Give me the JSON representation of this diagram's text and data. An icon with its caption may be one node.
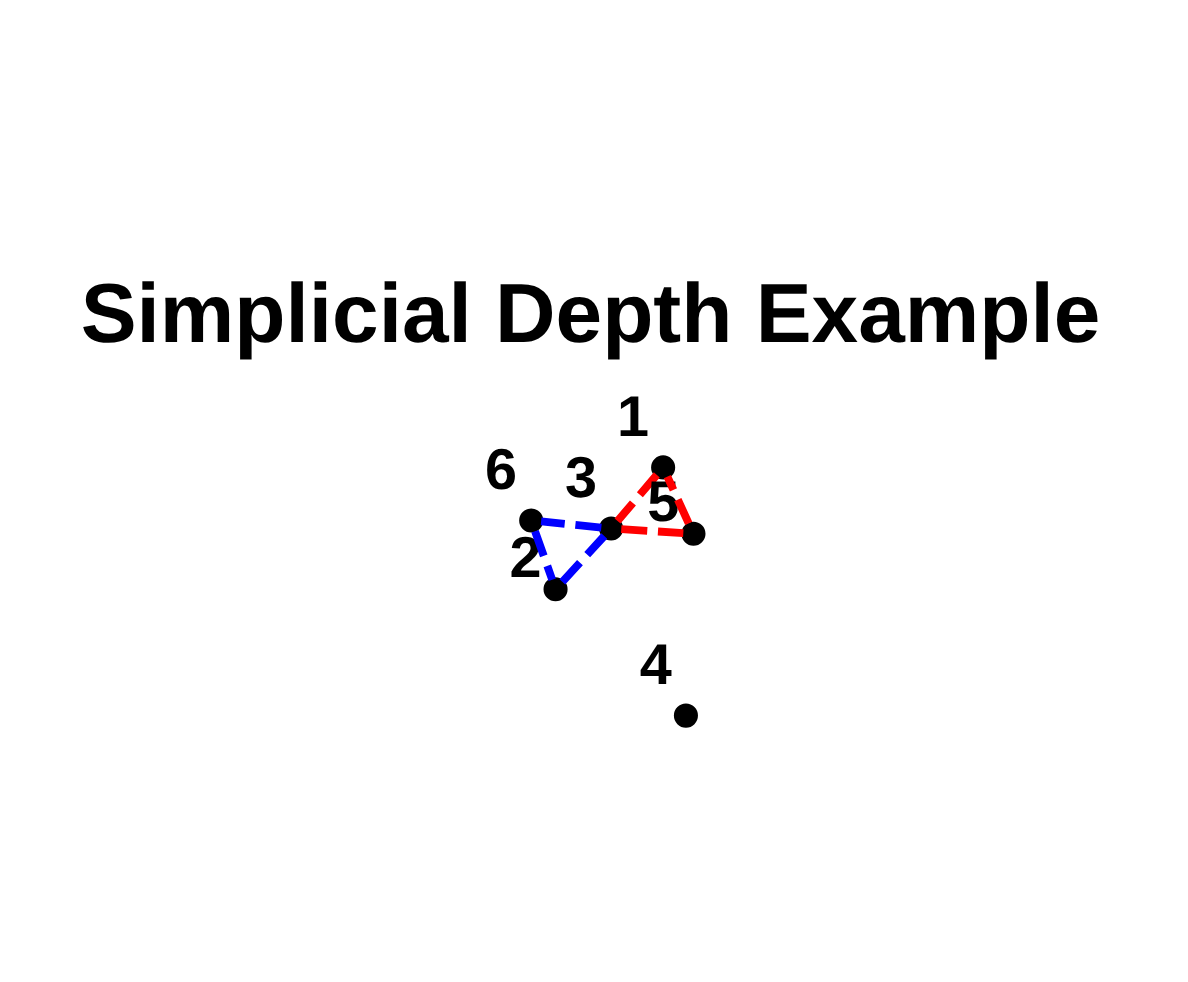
{
  "diagram": {
    "title": "Simplicial Depth Example",
    "nodes": [
      {
        "text": [],
        "shape": "circle",
        "beside": [
          "1"
        ]
      },
      {
        "text": [],
        "shape": "circle",
        "beside": [
          "2"
        ]
      },
      {
        "text": [],
        "shape": "circle",
        "beside": [
          "3"
        ]
      },
      {
        "text": [],
        "shape": "circle",
        "beside": [
          "4"
        ]
      },
      {
        "text": [],
        "shape": "circle",
        "beside": [
          "5"
        ]
      },
      {
        "text": [],
        "shape": "circle",
        "beside": [
          "6"
        ]
      }
    ],
    "edges": [
      {
        "from": 0,
        "to": 2,
        "arrow": "none",
        "style": "dashed",
        "color": "#ff0000"
      },
      {
        "from": 2,
        "to": 4,
        "arrow": "none",
        "style": "dashed",
        "color": "#ff0000"
      },
      {
        "from": 4,
        "to": 0,
        "arrow": "none",
        "style": "dashed",
        "color": "#ff0000"
      },
      {
        "from": 1,
        "to": 2,
        "arrow": "none",
        "style": "dashed",
        "color": "#0000ff"
      },
      {
        "from": 2,
        "to": 5,
        "arrow": "none",
        "style": "dashed",
        "color": "#0000ff"
      },
      {
        "from": 5,
        "to": 1,
        "arrow": "none",
        "style": "dashed",
        "color": "#0000ff"
      }
    ]
  }
}
